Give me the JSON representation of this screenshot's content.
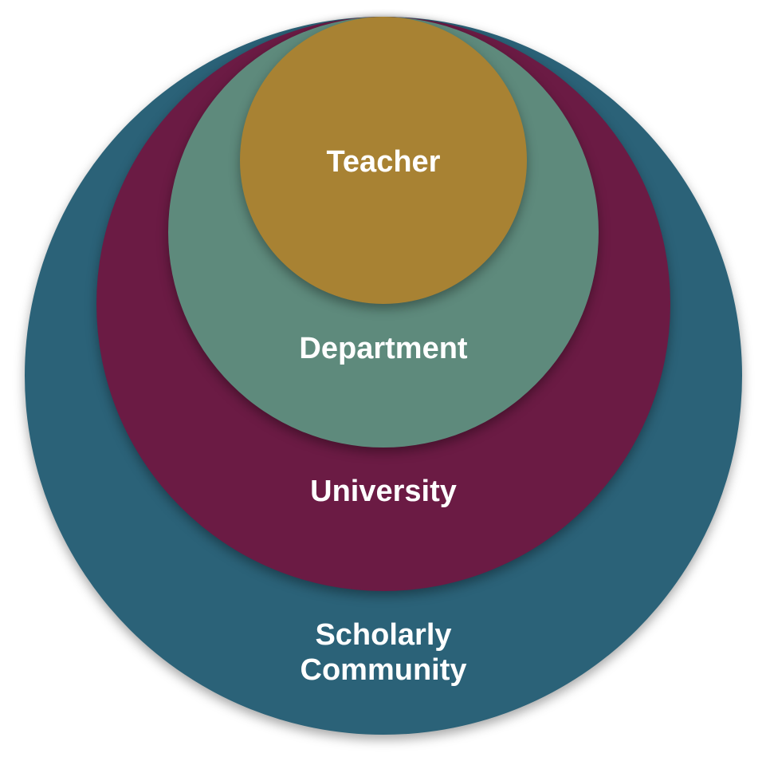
{
  "colors": {
    "scholarly_community": "#2B6278",
    "university": "#6B1B44",
    "department": "#5E8A7C",
    "teacher": "#A88233",
    "label": "#FFFFFF"
  },
  "levels": {
    "teacher": "Teacher",
    "department": "Department",
    "university": "University",
    "community_line1": "Scholarly",
    "community_line2": "Community"
  }
}
